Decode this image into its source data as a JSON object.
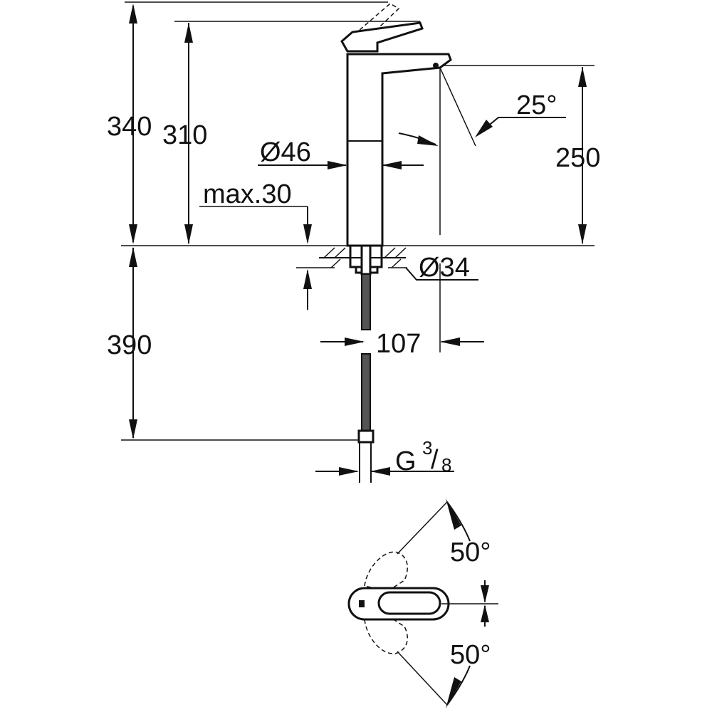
{
  "dimensions": {
    "total_height": "340",
    "spout_top_height": "310",
    "spout_height": "250",
    "spout_angle": "25°",
    "body_diameter": "Ø46",
    "deck_thickness": "max.30",
    "base_diameter": "Ø34",
    "hose_length": "390",
    "spout_reach": "107",
    "connection_prefix": "G",
    "connection_num": "3",
    "connection_den": "8",
    "rotation_up": "50°",
    "rotation_down": "50°"
  }
}
